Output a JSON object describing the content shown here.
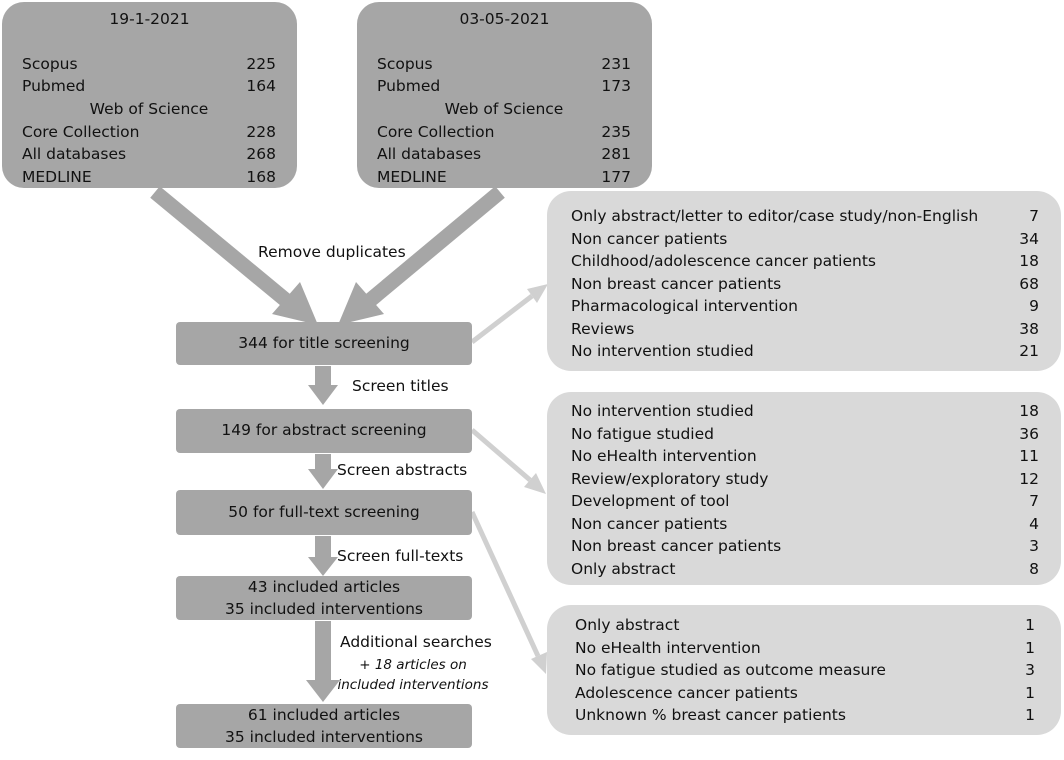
{
  "databases": [
    {
      "date": "19-1-2021",
      "rows": [
        {
          "label": "Scopus",
          "value": "225"
        },
        {
          "label": "Pubmed",
          "value": "164"
        },
        {
          "heading": "Web of Science"
        },
        {
          "label": "Core Collection",
          "value": "228"
        },
        {
          "label": "All databases",
          "value": "268"
        },
        {
          "label": "MEDLINE",
          "value": "168"
        }
      ]
    },
    {
      "date": "03-05-2021",
      "rows": [
        {
          "label": "Scopus",
          "value": "231"
        },
        {
          "label": "Pubmed",
          "value": "173"
        },
        {
          "heading": "Web of Science"
        },
        {
          "label": "Core Collection",
          "value": "235"
        },
        {
          "label": "All databases",
          "value": "281"
        },
        {
          "label": "MEDLINE",
          "value": "177"
        }
      ]
    }
  ],
  "flow": {
    "remove_duplicates": "Remove duplicates",
    "steps": [
      {
        "line1": "344 for title screening"
      },
      {
        "line1": "149 for abstract screening"
      },
      {
        "line1": "50 for full-text screening"
      },
      {
        "line1": "43 included articles",
        "line2": "35 included interventions"
      },
      {
        "line1": "61 included articles",
        "line2": "35 included interventions"
      }
    ],
    "transitions": [
      "Screen titles",
      "Screen abstracts",
      "Screen full-texts",
      "Additional searches"
    ],
    "additional_note_line1": "+ 18 articles on",
    "additional_note_line2": "included interventions"
  },
  "exclusions": [
    {
      "items": [
        {
          "reason": "Only abstract/letter to editor/case study/non-English",
          "count": "7"
        },
        {
          "reason": "Non cancer patients",
          "count": "34"
        },
        {
          "reason": "Childhood/adolescence cancer patients",
          "count": "18"
        },
        {
          "reason": "Non breast cancer patients",
          "count": "68"
        },
        {
          "reason": "Pharmacological intervention",
          "count": "9"
        },
        {
          "reason": "Reviews",
          "count": "38"
        },
        {
          "reason": "No intervention studied",
          "count": "21"
        }
      ]
    },
    {
      "items": [
        {
          "reason": "No intervention studied",
          "count": "18"
        },
        {
          "reason": "No fatigue studied",
          "count": "36"
        },
        {
          "reason": "No eHealth intervention",
          "count": "11"
        },
        {
          "reason": "Review/exploratory study",
          "count": "12"
        },
        {
          "reason": "Development of tool",
          "count": "7"
        },
        {
          "reason": "Non cancer patients",
          "count": "4"
        },
        {
          "reason": "Non breast cancer patients",
          "count": "3"
        },
        {
          "reason": "Only abstract",
          "count": "8"
        }
      ]
    },
    {
      "items": [
        {
          "reason": "Only abstract",
          "count": "1"
        },
        {
          "reason": "No eHealth intervention",
          "count": "1"
        },
        {
          "reason": "No fatigue studied as outcome measure",
          "count": "3"
        },
        {
          "reason": "Adolescence cancer patients",
          "count": "1"
        },
        {
          "reason": "Unknown % breast cancer patients",
          "count": "1"
        }
      ]
    }
  ],
  "colors": {
    "dark_box": "#a6a6a6",
    "light_box": "#d9d9d9",
    "dark_arrow": "#a6a6a6",
    "light_arrow": "#d0d0d0"
  }
}
